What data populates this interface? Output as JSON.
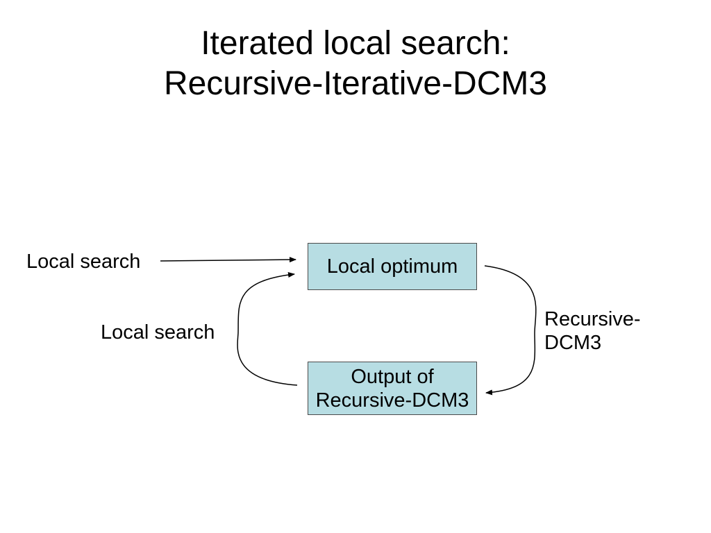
{
  "title": {
    "line1": "Iterated local search:",
    "line2": "Recursive-Iterative-DCM3"
  },
  "boxes": {
    "local_optimum": "Local optimum",
    "output_line1": "Output of",
    "output_line2": "Recursive-DCM3"
  },
  "labels": {
    "local_search_entry": "Local search",
    "local_search_loop": "Local search",
    "recursive_line1": "Recursive-",
    "recursive_line2": "DCM3"
  },
  "colors": {
    "box_fill": "#b7dde3",
    "line": "#000000"
  }
}
